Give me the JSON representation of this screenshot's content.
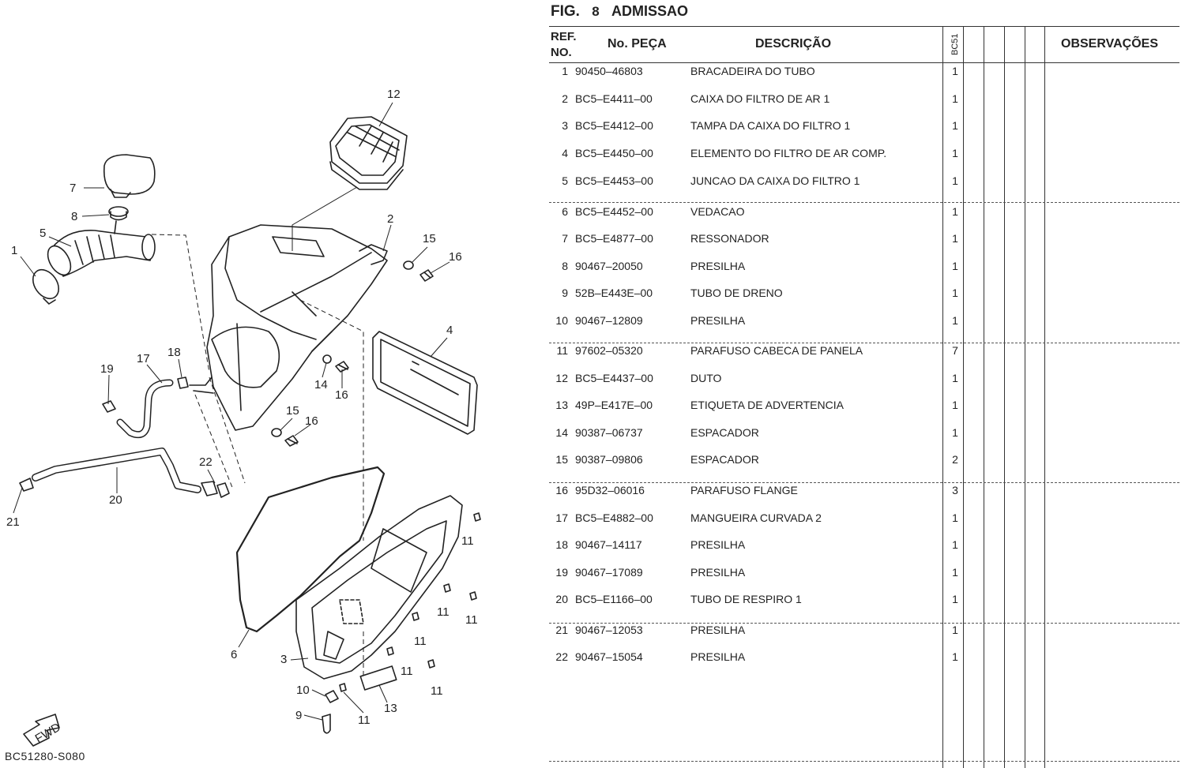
{
  "figure": {
    "prefix": "FIG.",
    "number": "8",
    "title": "ADMISSAO"
  },
  "table": {
    "headers": {
      "ref_line1": "REF.",
      "ref_line2": "NO.",
      "part_no": "No. PEÇA",
      "description": "DESCRIÇÃO",
      "model": "BC51",
      "remarks": "OBSERVAÇÕES"
    },
    "rows": [
      {
        "ref": "1",
        "part": "90450–46803",
        "desc": "BRACADEIRA DO TUBO",
        "qty": "1"
      },
      {
        "ref": "2",
        "part": "BC5–E4411–00",
        "desc": "CAIXA DO FILTRO DE AR 1",
        "qty": "1"
      },
      {
        "ref": "3",
        "part": "BC5–E4412–00",
        "desc": "TAMPA DA CAIXA DO FILTRO 1",
        "qty": "1"
      },
      {
        "ref": "4",
        "part": "BC5–E4450–00",
        "desc": "ELEMENTO DO FILTRO DE AR COMP.",
        "qty": "1"
      },
      {
        "ref": "5",
        "part": "BC5–E4453–00",
        "desc": "JUNCAO DA CAIXA DO FILTRO 1",
        "qty": "1"
      },
      {
        "ref": "6",
        "part": "BC5–E4452–00",
        "desc": "VEDACAO",
        "qty": "1"
      },
      {
        "ref": "7",
        "part": "BC5–E4877–00",
        "desc": "RESSONADOR",
        "qty": "1"
      },
      {
        "ref": "8",
        "part": "90467–20050",
        "desc": "PRESILHA",
        "qty": "1"
      },
      {
        "ref": "9",
        "part": "52B–E443E–00",
        "desc": "TUBO DE DRENO",
        "qty": "1"
      },
      {
        "ref": "10",
        "part": "90467–12809",
        "desc": "PRESILHA",
        "qty": "1"
      },
      {
        "ref": "11",
        "part": "97602–05320",
        "desc": "PARAFUSO CABECA DE PANELA",
        "qty": "7"
      },
      {
        "ref": "12",
        "part": "BC5–E4437–00",
        "desc": "DUTO",
        "qty": "1"
      },
      {
        "ref": "13",
        "part": "49P–E417E–00",
        "desc": "ETIQUETA DE ADVERTENCIA",
        "qty": "1"
      },
      {
        "ref": "14",
        "part": "90387–06737",
        "desc": "ESPACADOR",
        "qty": "1"
      },
      {
        "ref": "15",
        "part": "90387–09806",
        "desc": "ESPACADOR",
        "qty": "2"
      },
      {
        "ref": "16",
        "part": "95D32–06016",
        "desc": "PARAFUSO FLANGE",
        "qty": "3"
      },
      {
        "ref": "17",
        "part": "BC5–E4882–00",
        "desc": "MANGUEIRA CURVADA 2",
        "qty": "1"
      },
      {
        "ref": "18",
        "part": "90467–14117",
        "desc": "PRESILHA",
        "qty": "1"
      },
      {
        "ref": "19",
        "part": "90467–17089",
        "desc": "PRESILHA",
        "qty": "1"
      },
      {
        "ref": "20",
        "part": "BC5–E1166–00",
        "desc": "TUBO DE RESPIRO 1",
        "qty": "1"
      },
      {
        "ref": "21",
        "part": "90467–12053",
        "desc": "PRESILHA",
        "qty": "1"
      },
      {
        "ref": "22",
        "part": "90467–15054",
        "desc": "PRESILHA",
        "qty": "1"
      }
    ]
  },
  "diagram": {
    "code": "BC51280-S080",
    "fwd_label": "FWD",
    "callouts": [
      "1",
      "2",
      "3",
      "4",
      "5",
      "6",
      "7",
      "8",
      "9",
      "10",
      "11",
      "12",
      "13",
      "14",
      "15",
      "16",
      "17",
      "18",
      "19",
      "20",
      "21",
      "22"
    ],
    "repeated_callouts": {
      "eleven": "11",
      "fifteen": "15",
      "sixteen": "16",
      "fourteen": "14"
    }
  }
}
